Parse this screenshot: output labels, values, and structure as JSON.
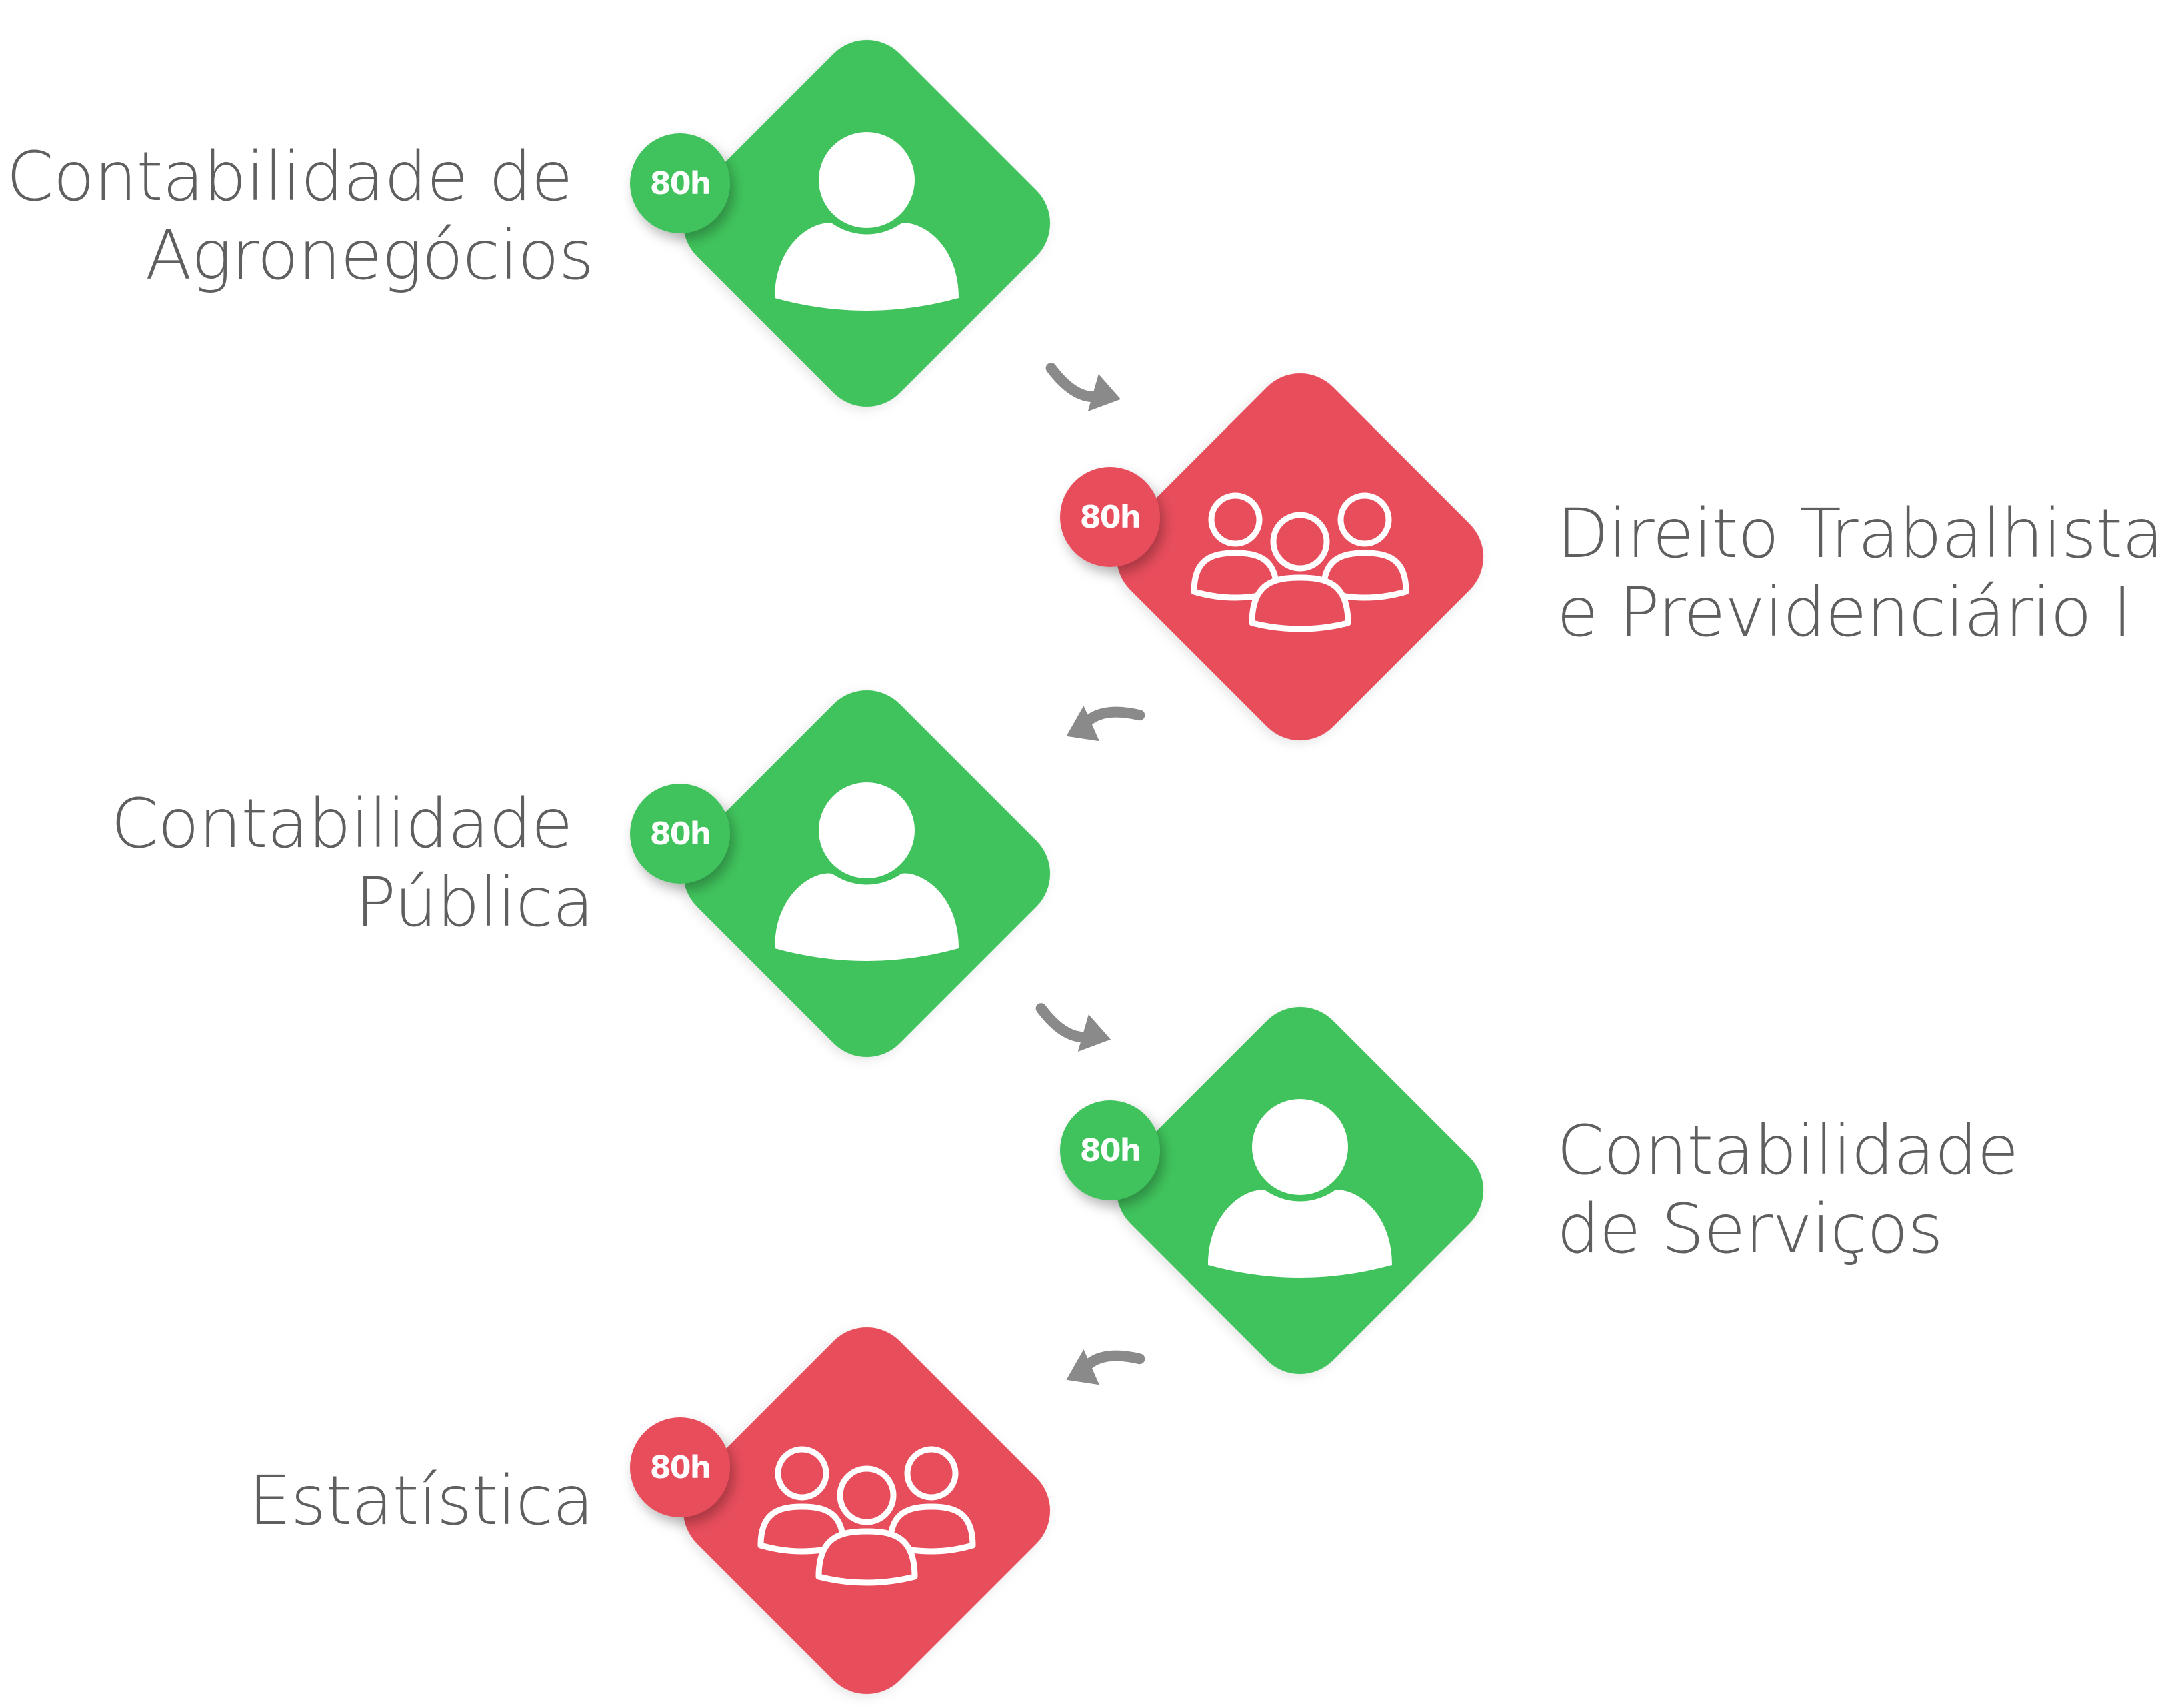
{
  "colors": {
    "individual": "#3fc35b",
    "group": "#e84d5b",
    "arrow": "#8a8a8a",
    "label": "#5f5f5f"
  },
  "steps": [
    {
      "label_lines": [
        "Contabilidade de",
        "Agronegócios"
      ],
      "hours": "80h",
      "kind": "individual",
      "icon": "person-icon"
    },
    {
      "label_lines": [
        "Direito Trabalhista",
        "e Previdenciário I"
      ],
      "hours": "80h",
      "kind": "group",
      "icon": "group-icon"
    },
    {
      "label_lines": [
        "Contabilidade",
        "Pública"
      ],
      "hours": "80h",
      "kind": "individual",
      "icon": "person-icon"
    },
    {
      "label_lines": [
        "Contabilidade",
        "de Serviços"
      ],
      "hours": "80h",
      "kind": "individual",
      "icon": "person-icon"
    },
    {
      "label_lines": [
        "Estatística"
      ],
      "hours": "80h",
      "kind": "group",
      "icon": "group-icon"
    }
  ]
}
